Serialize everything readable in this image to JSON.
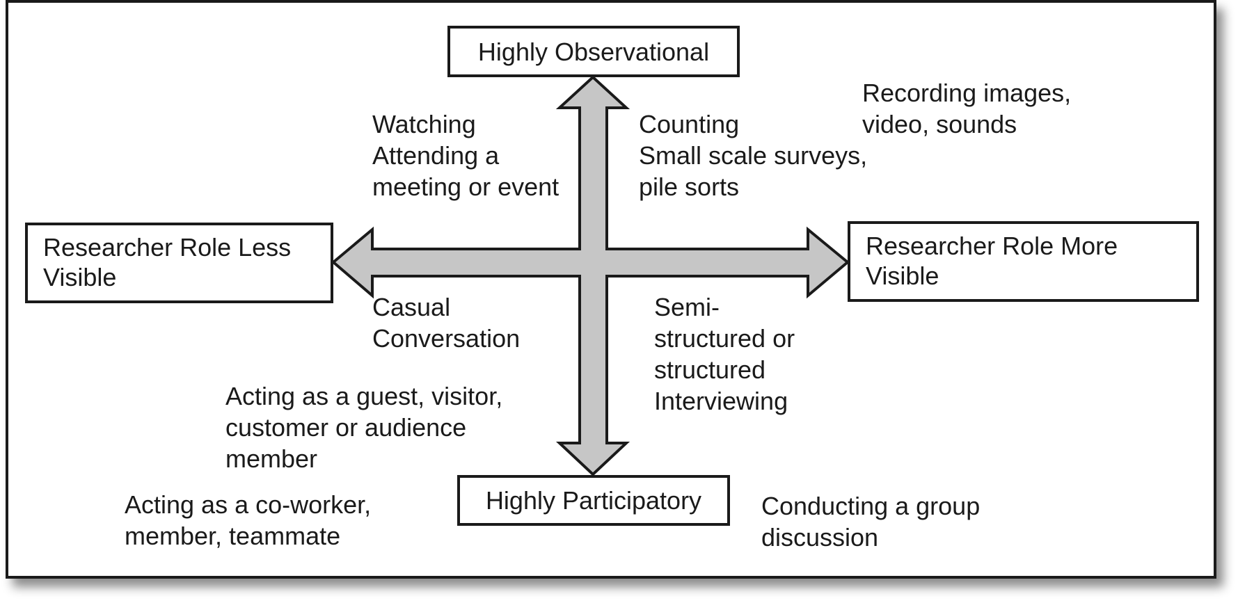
{
  "diagram": {
    "axes": {
      "vertical": {
        "top": "Highly Observational",
        "bottom": "Highly Participatory"
      },
      "horizontal": {
        "left": [
          "Researcher Role Less",
          "Visible"
        ],
        "right": [
          "Researcher Role More",
          "Visible"
        ]
      }
    },
    "arrow_fill": "#c6c6c6",
    "stroke_color": "#1a1a1a",
    "activities": {
      "watching": [
        "Watching",
        "Attending a",
        "meeting or event"
      ],
      "counting": [
        "Counting",
        "Small scale surveys,",
        "pile sorts"
      ],
      "recording": [
        "Recording images,",
        "video, sounds"
      ],
      "casual": [
        "Casual",
        "Conversation"
      ],
      "interviewing": [
        "Semi-",
        "structured or",
        "structured",
        "Interviewing"
      ],
      "guest": [
        "Acting as a guest, visitor,",
        "customer or audience",
        "member"
      ],
      "coworker": [
        "Acting as a co-worker,",
        "member, teammate"
      ],
      "group": [
        "Conducting a group",
        "discussion"
      ]
    }
  }
}
